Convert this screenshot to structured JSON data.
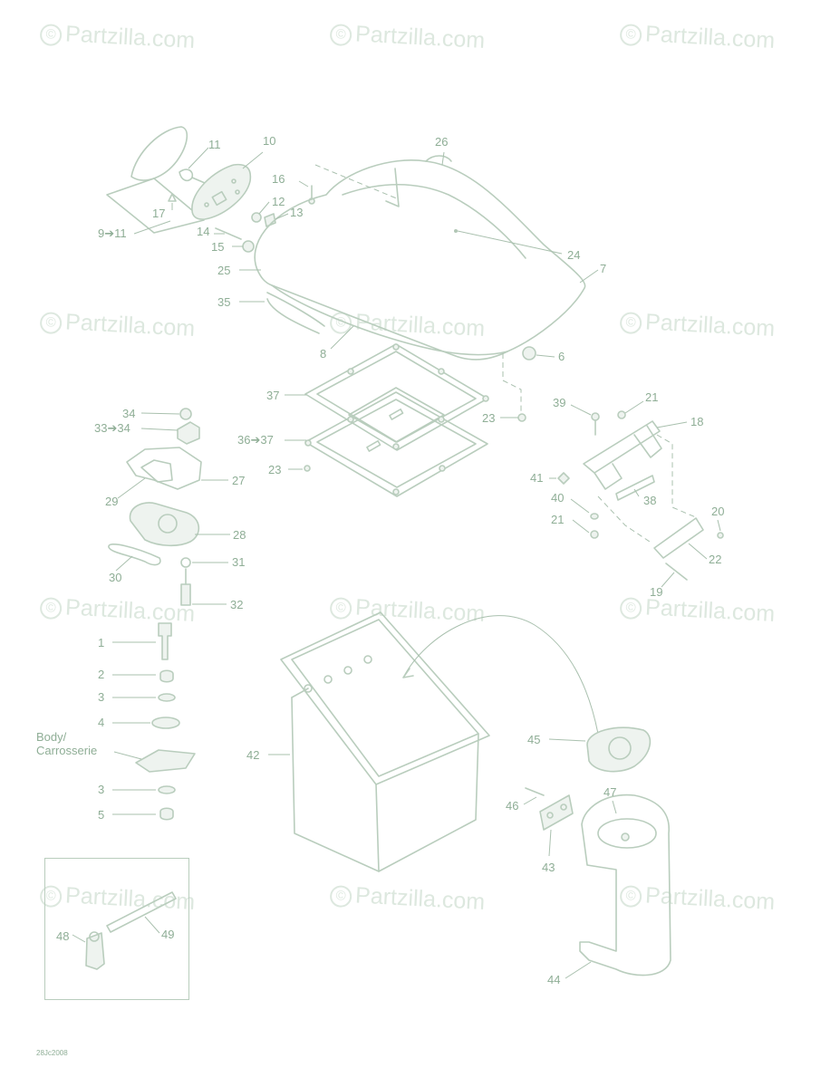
{
  "watermark": {
    "symbol": "©",
    "text": "Partzilla.com"
  },
  "labels": {
    "l1": "1",
    "l2": "2",
    "l3a": "3",
    "l3b": "3",
    "l4": "4",
    "l5": "5",
    "l6": "6",
    "l7": "7",
    "l8": "8",
    "l9_11": "9➔11",
    "l10": "10",
    "l11": "11",
    "l12": "12",
    "l13": "13",
    "l14": "14",
    "l15": "15",
    "l16": "16",
    "l17": "17",
    "l18": "18",
    "l19": "19",
    "l20": "20",
    "l21a": "21",
    "l21b": "21",
    "l22": "22",
    "l23a": "23",
    "l23b": "23",
    "l24": "24",
    "l25": "25",
    "l26": "26",
    "l27": "27",
    "l28": "28",
    "l29": "29",
    "l30": "30",
    "l31": "31",
    "l32": "32",
    "l33_34": "33➔34",
    "l34": "34",
    "l35": "35",
    "l36_37": "36➔37",
    "l37": "37",
    "l38": "38",
    "l39": "39",
    "l40": "40",
    "l41": "41",
    "l42": "42",
    "l43": "43",
    "l44": "44",
    "l45": "45",
    "l46": "46",
    "l47": "47",
    "l48": "48",
    "l49": "49"
  },
  "body_label": {
    "line1": "Body/",
    "line2": "Carrosserie"
  },
  "diagram_code": "28Jc2008"
}
